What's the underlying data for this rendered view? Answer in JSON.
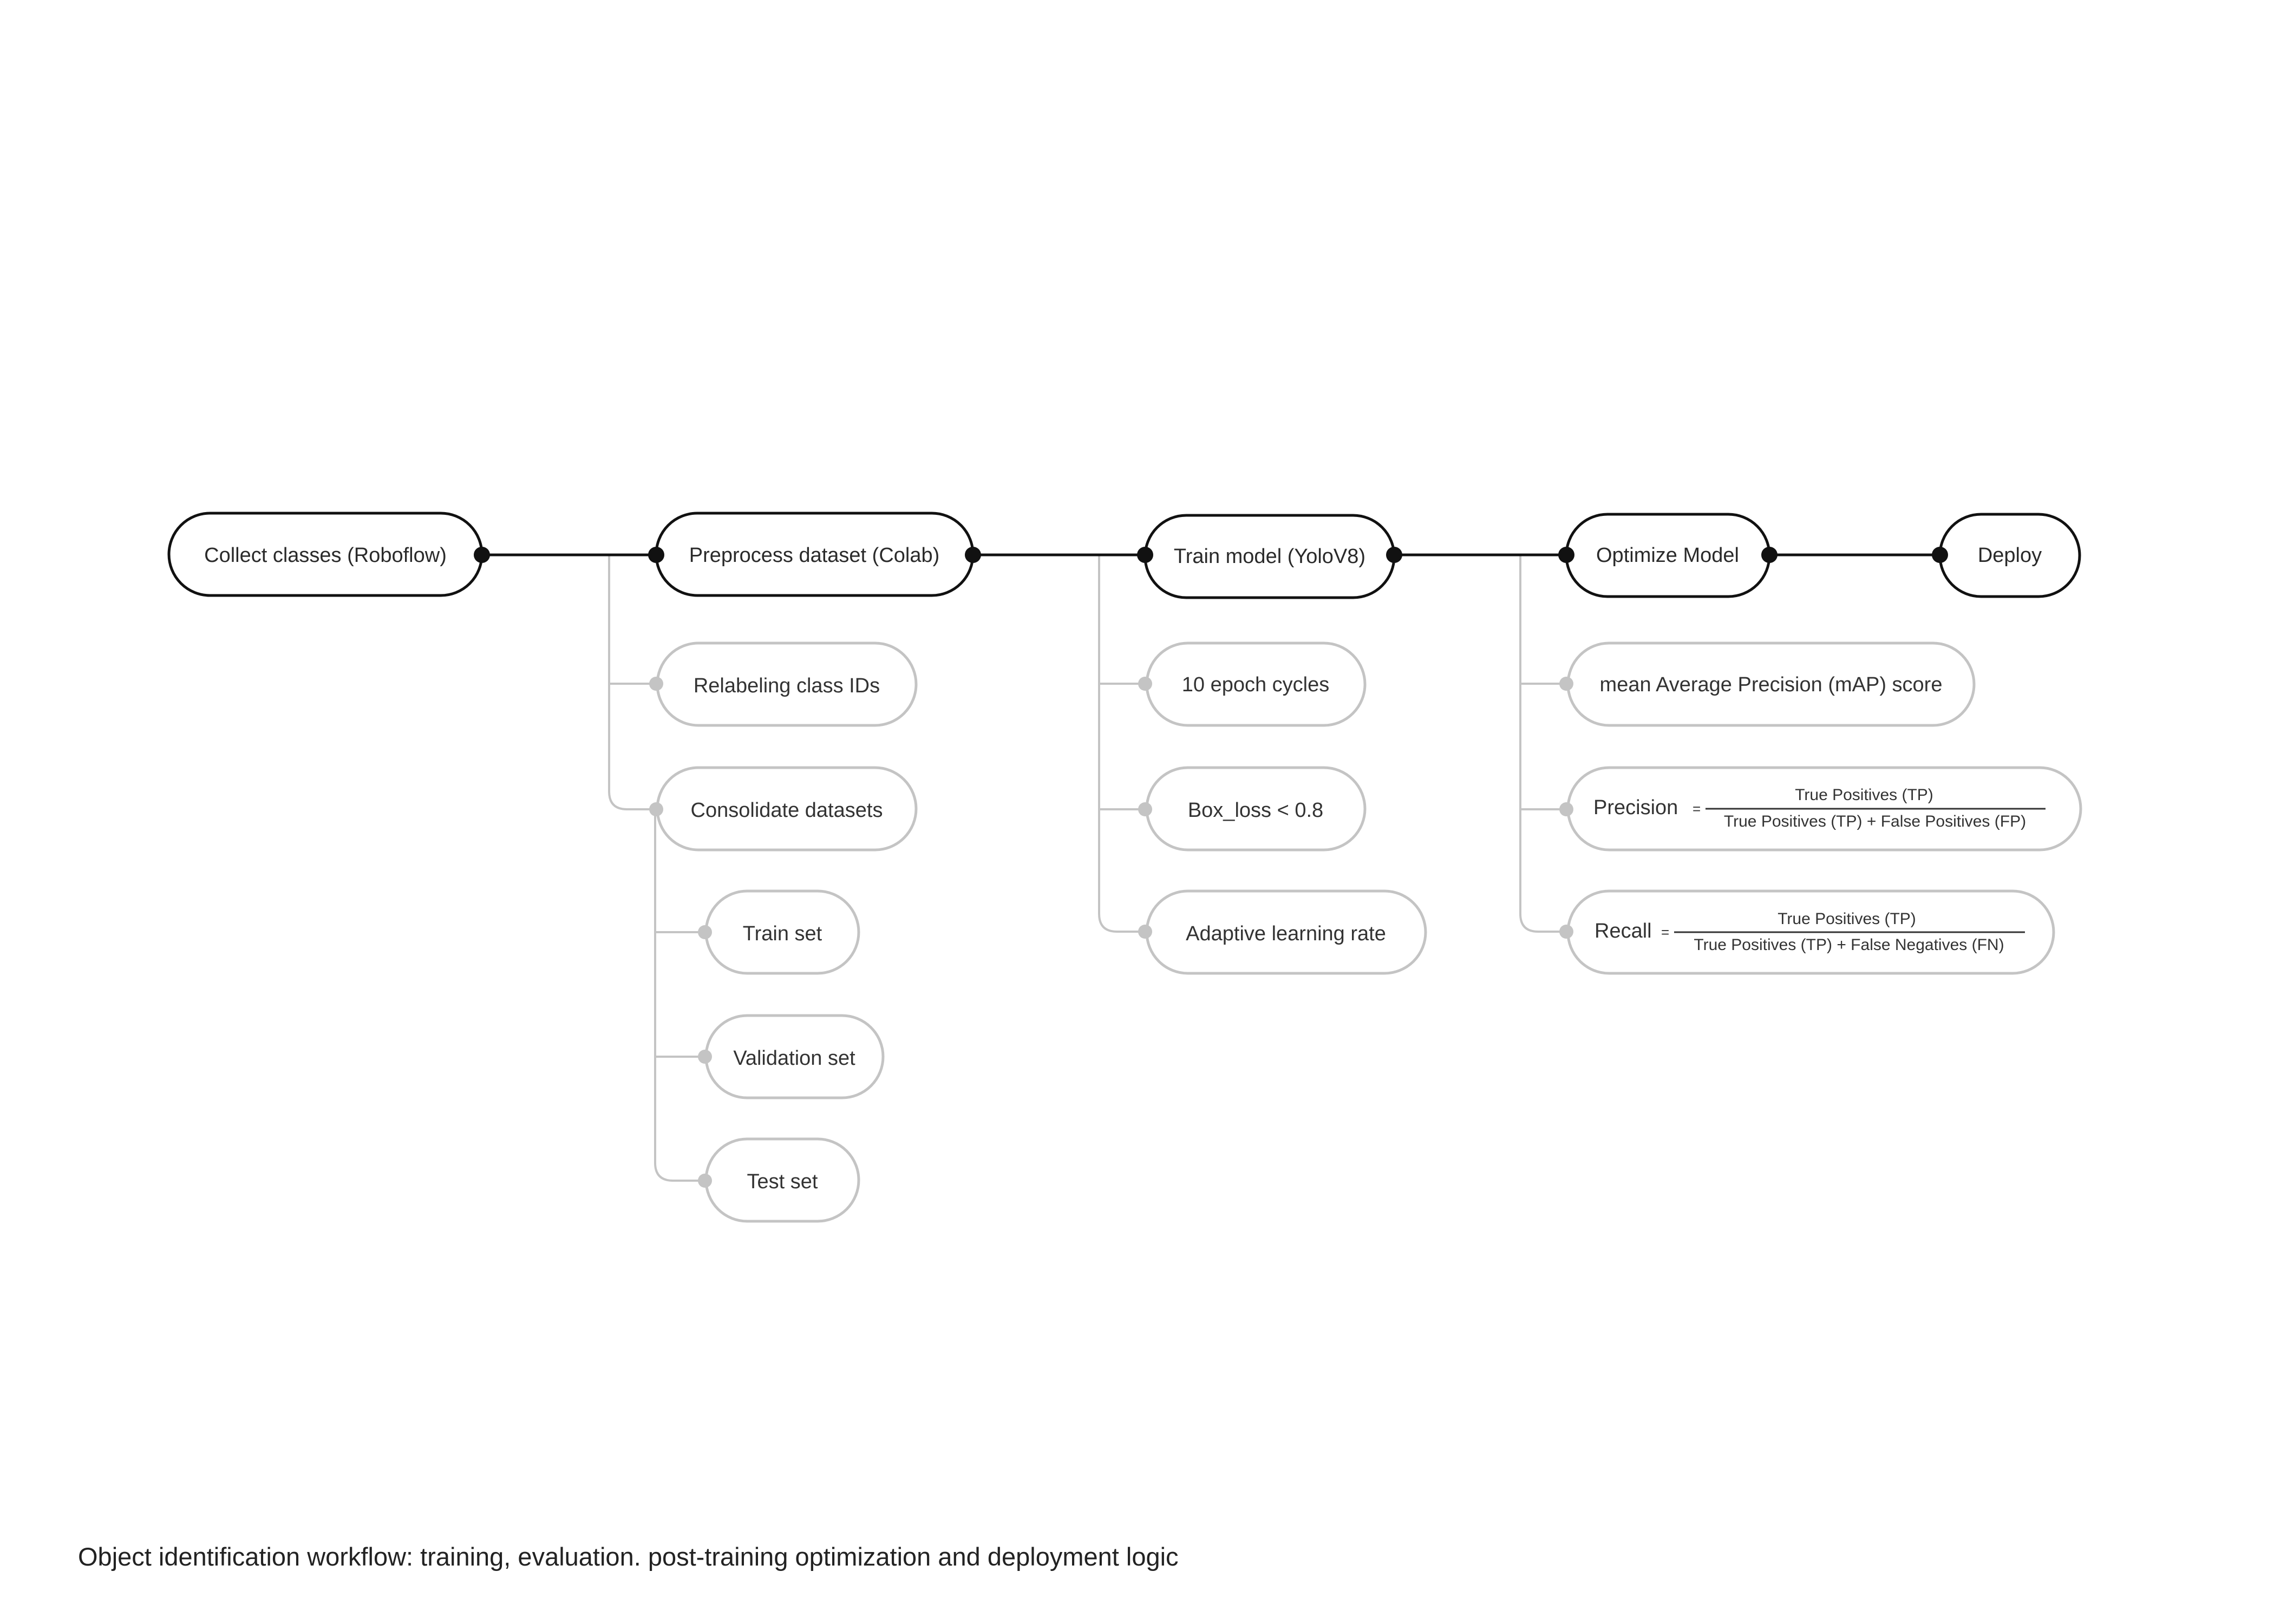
{
  "main_steps": {
    "collect": "Collect classes (Roboflow)",
    "preprocess": "Preprocess dataset (Colab)",
    "train": "Train model (YoloV8)",
    "optimize": "Optimize Model",
    "deploy": "Deploy"
  },
  "preprocess_children": {
    "relabel": "Relabeling class IDs",
    "consolidate": "Consolidate datasets",
    "train_set": "Train set",
    "validation_set": "Validation set",
    "test_set": "Test set"
  },
  "train_children": {
    "epochs": "10 epoch cycles",
    "box_loss": "Box_loss < 0.8",
    "adaptive_lr": "Adaptive learning rate"
  },
  "optimize_children": {
    "map": "mean Average Precision (mAP) score",
    "precision": {
      "label": "Precision",
      "equals": "=",
      "numerator": "True Positives (TP)",
      "denominator": "True Positives (TP) + False Positives (FP)"
    },
    "recall": {
      "label": "Recall",
      "equals": "=",
      "numerator": "True Positives (TP)",
      "denominator": "True Positives (TP) + False Negatives (FN)"
    }
  },
  "caption": "Object identification workflow: training, evaluation. post-training optimization and deployment logic",
  "colors": {
    "main_stroke": "#111111",
    "sub_stroke": "#c4c4c4",
    "text": "#2a2a2a"
  }
}
